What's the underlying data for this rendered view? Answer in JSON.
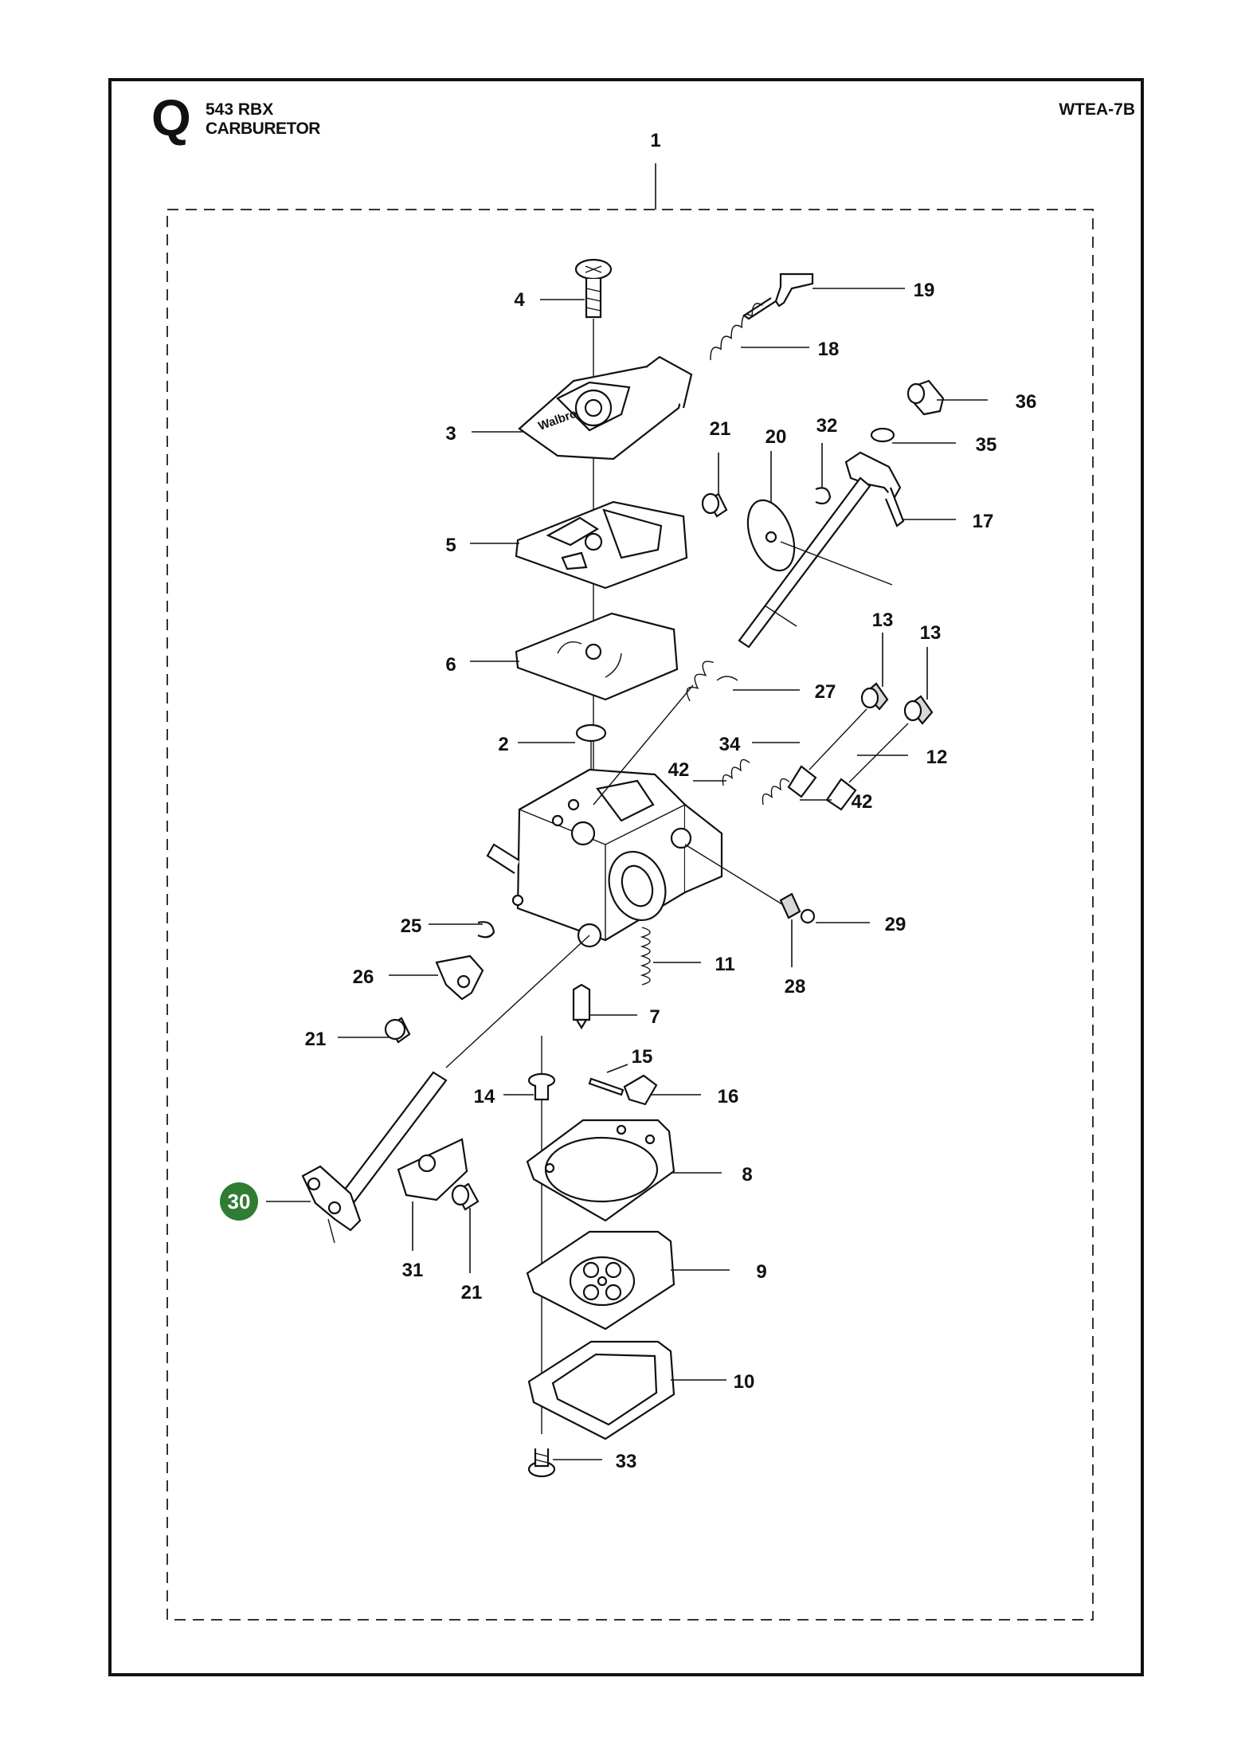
{
  "header": {
    "section_letter": "Q",
    "model": "543 RBX",
    "subtitle": "CARBURETOR",
    "doc_ref": "WTEA-7B"
  },
  "assembly_label": "1",
  "highlight_color": "#2e7d32",
  "callouts": {
    "c4": "4",
    "c19": "19",
    "c18": "18",
    "c36": "36",
    "c3": "3",
    "c21a": "21",
    "c20": "20",
    "c32": "32",
    "c35": "35",
    "c17": "17",
    "c5": "5",
    "c13a": "13",
    "c13b": "13",
    "c6": "6",
    "c27": "27",
    "c2": "2",
    "c34": "34",
    "c12": "12",
    "c42a": "42",
    "c42b": "42",
    "c25": "25",
    "c29": "29",
    "c11": "11",
    "c26": "26",
    "c28": "28",
    "c7": "7",
    "c21b": "21",
    "c15": "15",
    "c14": "14",
    "c16": "16",
    "c8": "8",
    "c30": "30",
    "c31": "31",
    "c21c": "21",
    "c9": "9",
    "c10": "10",
    "c33": "33"
  }
}
